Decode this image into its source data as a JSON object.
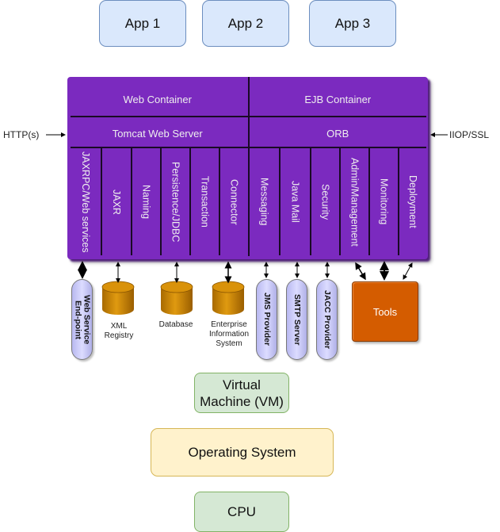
{
  "apps": [
    {
      "label": "App 1"
    },
    {
      "label": "App 2"
    },
    {
      "label": "App 3"
    }
  ],
  "jee": {
    "containers": [
      {
        "label": "Web Container"
      },
      {
        "label": "EJB Container"
      }
    ],
    "servers": [
      {
        "label": "Tomcat Web Server"
      },
      {
        "label": "ORB"
      }
    ],
    "services": [
      {
        "label": "JAXRPC/Web services"
      },
      {
        "label": "JAXR"
      },
      {
        "label": "Naming"
      },
      {
        "label": "Persistence/JDBC"
      },
      {
        "label": "Transaction"
      },
      {
        "label": "Connector"
      },
      {
        "label": "Messaging"
      },
      {
        "label": "Java Mail"
      },
      {
        "label": "Security"
      },
      {
        "label": "Admin/Management"
      },
      {
        "label": "Monitoring"
      },
      {
        "label": "Deployment"
      }
    ]
  },
  "protocols": {
    "left": "HTTP(s)",
    "right": "IIOP/SSL"
  },
  "providers": [
    {
      "label": "Web Service\nEnd-point"
    },
    {
      "label": "JMS Provider"
    },
    {
      "label": "SMTP Server"
    },
    {
      "label": "JACC Provider"
    }
  ],
  "stores": [
    {
      "label": "XML\nRegistry"
    },
    {
      "label": "Database"
    },
    {
      "label": "Enterprise\nInformation\nSystem"
    }
  ],
  "tools": {
    "label": "Tools"
  },
  "stack": {
    "vm": "Virtual\nMachine (VM)",
    "os": "Operating System",
    "cpu": "CPU"
  }
}
